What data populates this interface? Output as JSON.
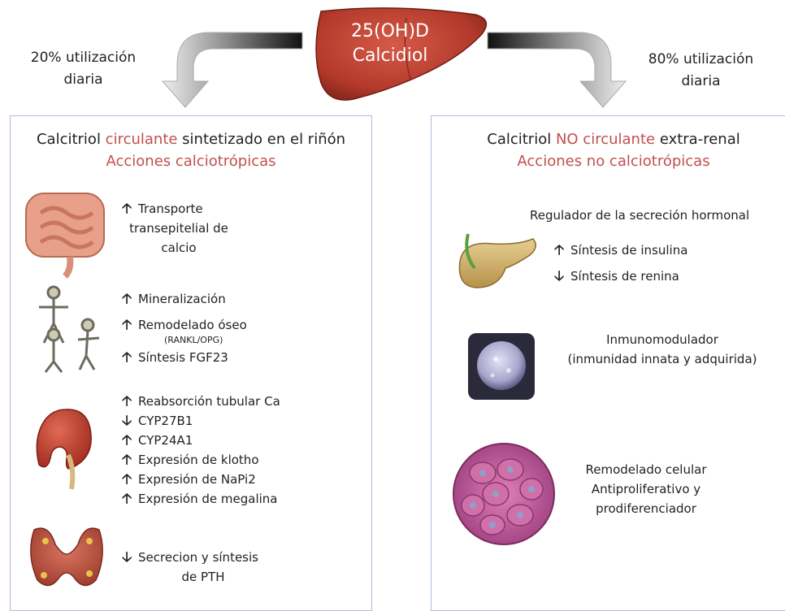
{
  "liver": {
    "line1": "25(OH)D",
    "line2": "Calcidiol"
  },
  "left_percent": {
    "line1": "20% utilización",
    "line2": "diaria"
  },
  "right_percent": {
    "line1": "80% utilización",
    "line2": "diaria"
  },
  "left_panel": {
    "title_part1": "Calcitriol ",
    "title_red": "circulante",
    "title_part2": " sintetizado en el riñón",
    "subtitle": "Acciones calciotrópicas",
    "intestine": {
      "line1": "Transporte",
      "line2": "transepitelial de",
      "line3": "calcio"
    },
    "bone": {
      "item1": "Mineralización",
      "item2": "Remodelado óseo",
      "item2_note": "(RANKL/OPG)",
      "item3": "Síntesis FGF23"
    },
    "kidney": {
      "item1": "Reabsorción tubular Ca",
      "item2": "CYP27B1",
      "item3": "CYP24A1",
      "item4": "Expresión de klotho",
      "item5": "Expresión de NaPi2",
      "item6": "Expresión de megalina"
    },
    "thyroid": {
      "line1": "Secrecion y síntesis",
      "line2": "de PTH"
    }
  },
  "right_panel": {
    "title_part1": "Calcitriol ",
    "title_red": "NO circulante",
    "title_part2": " extra-renal",
    "subtitle": "Acciones no calciotrópicas",
    "pancreas": {
      "heading": "Regulador de la secreción hormonal",
      "item1": "Síntesis de insulina",
      "item2": "Síntesis de renina"
    },
    "immune": {
      "line1": "Inmunomodulador",
      "line2": "(inmunidad innata y adquirida)"
    },
    "cells": {
      "line1": "Remodelado celular",
      "line2": "Antiproliferativo y",
      "line3": "prodiferenciador"
    }
  },
  "arrows": {
    "up": "🡡",
    "down": "🡣"
  },
  "colors": {
    "accent_red": "#c0504d",
    "panel_border": "#a9bdd6",
    "liver": "#b2392b"
  }
}
